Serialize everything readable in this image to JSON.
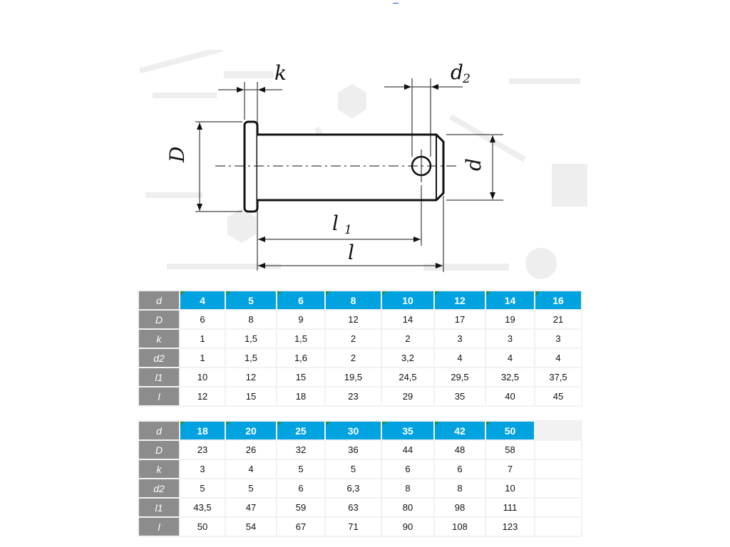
{
  "drawing": {
    "labels": {
      "k": "k",
      "d2": "d",
      "d2_sub": "2",
      "D": "D",
      "d": "d",
      "l1": "l",
      "l1_sub": "1",
      "l": "l"
    }
  },
  "table1": {
    "row_labels": [
      "d",
      "D",
      "k",
      "d2",
      "l1",
      "l"
    ],
    "columns": [
      {
        "d": "4",
        "D": "6",
        "k": "1",
        "d2": "1",
        "l1": "10",
        "l": "12"
      },
      {
        "d": "5",
        "D": "8",
        "k": "1,5",
        "d2": "1,5",
        "l1": "12",
        "l": "15"
      },
      {
        "d": "6",
        "D": "9",
        "k": "1,5",
        "d2": "1,6",
        "l1": "15",
        "l": "18"
      },
      {
        "d": "8",
        "D": "12",
        "k": "2",
        "d2": "2",
        "l1": "19,5",
        "l": "23"
      },
      {
        "d": "10",
        "D": "14",
        "k": "2",
        "d2": "3,2",
        "l1": "24,5",
        "l": "29"
      },
      {
        "d": "12",
        "D": "17",
        "k": "3",
        "d2": "4",
        "l1": "29,5",
        "l": "35"
      },
      {
        "d": "14",
        "D": "19",
        "k": "3",
        "d2": "4",
        "l1": "32,5",
        "l": "40"
      },
      {
        "d": "16",
        "D": "21",
        "k": "3",
        "d2": "4",
        "l1": "37,5",
        "l": "45"
      }
    ]
  },
  "table2": {
    "row_labels": [
      "d",
      "D",
      "k",
      "d2",
      "l1",
      "l"
    ],
    "columns": [
      {
        "d": "18",
        "D": "23",
        "k": "3",
        "d2": "5",
        "l1": "43,5",
        "l": "50"
      },
      {
        "d": "20",
        "D": "26",
        "k": "4",
        "d2": "5",
        "l1": "47",
        "l": "54"
      },
      {
        "d": "25",
        "D": "32",
        "k": "5",
        "d2": "6",
        "l1": "59",
        "l": "67"
      },
      {
        "d": "30",
        "D": "36",
        "k": "5",
        "d2": "6,3",
        "l1": "63",
        "l": "71"
      },
      {
        "d": "35",
        "D": "44",
        "k": "6",
        "d2": "8",
        "l1": "80",
        "l": "90"
      },
      {
        "d": "42",
        "D": "48",
        "k": "6",
        "d2": "8",
        "l1": "98",
        "l": "108"
      },
      {
        "d": "50",
        "D": "58",
        "k": "7",
        "d2": "10",
        "l1": "111",
        "l": "123"
      }
    ]
  },
  "colors": {
    "header_blue": "#00a3e0",
    "label_gray": "#8c8c8c",
    "corner_green": "#2e8b3a"
  }
}
